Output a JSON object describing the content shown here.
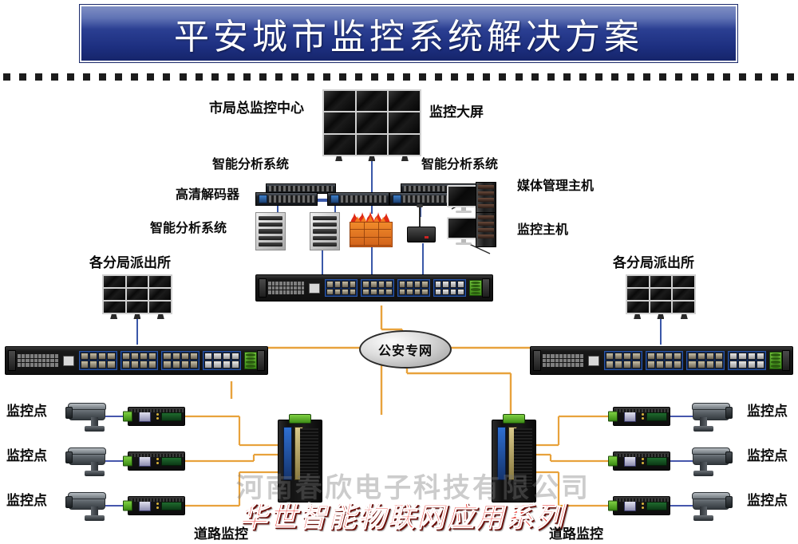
{
  "banner": {
    "title": "平安城市监控系统解决方案"
  },
  "labels": {
    "center_title": "市局总监控中心",
    "video_wall": "监控大屏",
    "analysis_left": "智能分析系统",
    "analysis_right": "智能分析系统",
    "media_host": "媒体管理主机",
    "decoder": "高清解码器",
    "analysis_row": "智能分析系统",
    "monitor_host": "监控主机",
    "branch_left": "各分局派出所",
    "branch_right": "各分局派出所",
    "network": "公安专网",
    "road_left": "道路监控",
    "road_right": "道路监控"
  },
  "monitor_points": {
    "label": "监控点",
    "left": [
      "监控点",
      "监控点",
      "监控点"
    ],
    "right": [
      "监控点",
      "监控点",
      "监控点"
    ]
  },
  "watermarks": {
    "company": "河南春欣电子科技有限公司",
    "series": "华世智能物联网应用系列"
  },
  "colors": {
    "banner_top": "#7f8fc4",
    "banner_mid": "#2b3f92",
    "banner_bottom": "#16256b",
    "link_blue": "#3a58a8",
    "link_orange": "#e8a23c",
    "watermark_red": "#e8251c",
    "watermark_gray": "#787878",
    "terminal_green": "#6fbf3a",
    "port_blue": "#0d2b63"
  },
  "icons": {
    "video_wall": "video-wall-icon",
    "rack_switch": "rack-switch-icon",
    "din_switch": "industrial-din-switch-icon",
    "media_converter": "media-converter-icon",
    "camera": "bullet-camera-icon",
    "firewall": "firewall-icon",
    "router": "router-icon",
    "server": "analysis-server-icon",
    "monitor": "desktop-monitor-icon",
    "pc_tower": "pc-tower-icon",
    "decoder": "hd-decoder-icon"
  }
}
